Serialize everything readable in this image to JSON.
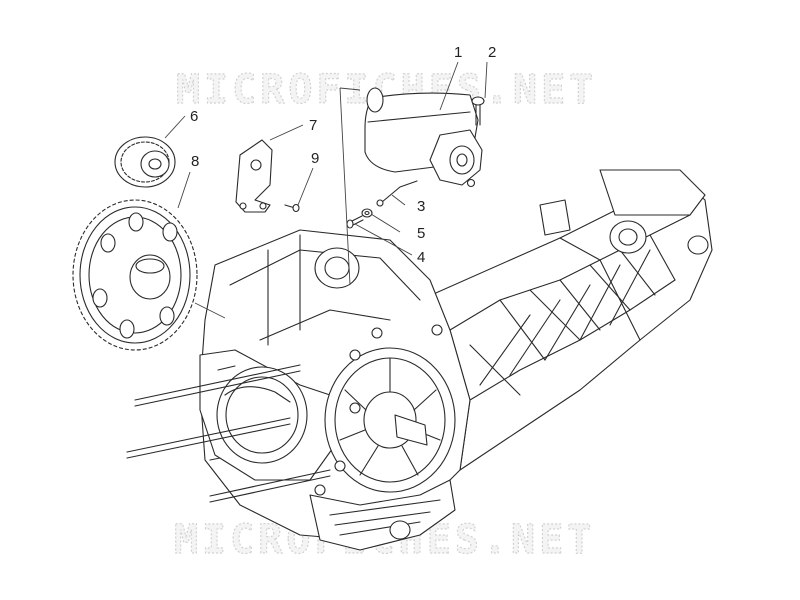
{
  "watermark": {
    "text": "MICROFICHES.NET",
    "color": "#d2d2d2"
  },
  "callouts": [
    {
      "id": "1",
      "label": "1"
    },
    {
      "id": "2",
      "label": "2"
    },
    {
      "id": "3",
      "label": "3"
    },
    {
      "id": "4",
      "label": "4"
    },
    {
      "id": "5",
      "label": "5"
    },
    {
      "id": "6",
      "label": "6"
    },
    {
      "id": "7",
      "label": "7"
    },
    {
      "id": "8",
      "label": "8"
    },
    {
      "id": "9",
      "label": "9"
    }
  ],
  "colors": {
    "line": "#2a2a2a",
    "background": "#ffffff"
  }
}
